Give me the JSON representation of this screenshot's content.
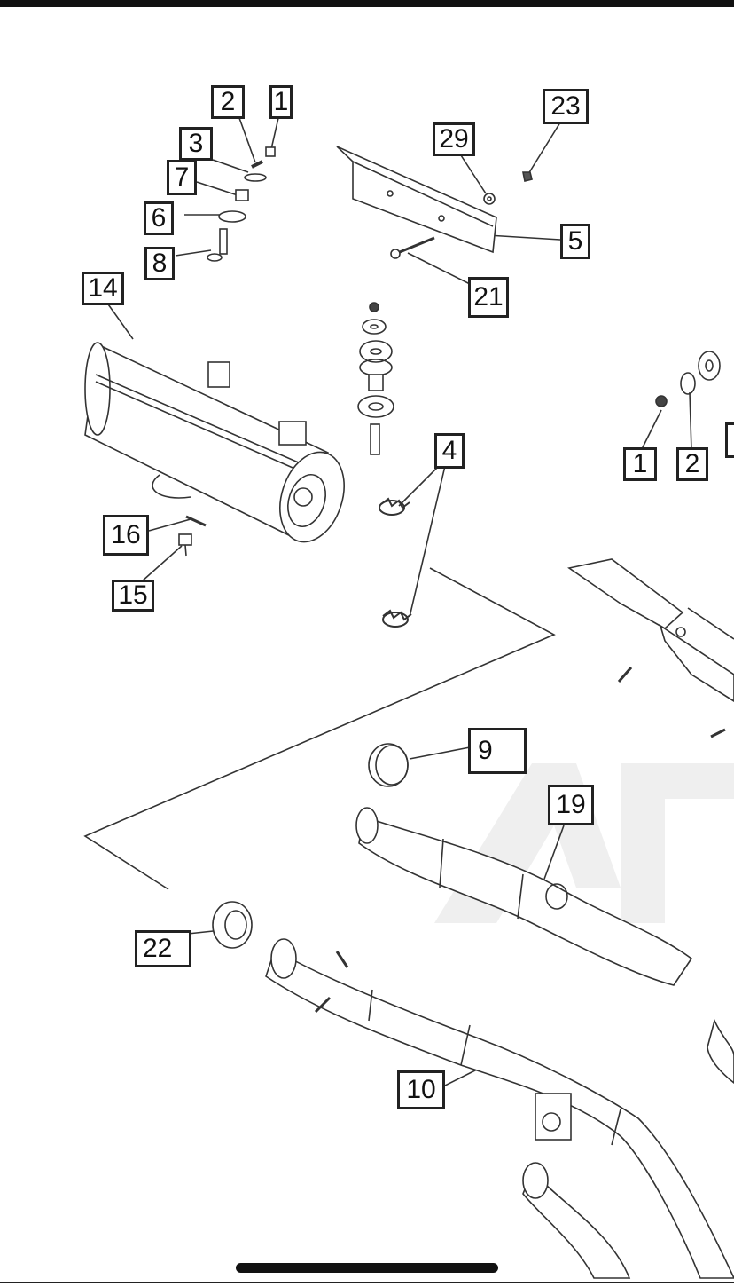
{
  "callouts": {
    "c1a": "1",
    "c2a": "2",
    "c3": "3",
    "c7": "7",
    "c6": "6",
    "c8": "8",
    "c29": "29",
    "c23": "23",
    "c5": "5",
    "c21": "21",
    "c14": "14",
    "c4": "4",
    "c1b": "1",
    "c2b": "2",
    "c16": "16",
    "c15": "15",
    "c9": "9",
    "c19": "19",
    "c22": "22",
    "c10": "10"
  },
  "colors": {
    "line": "#333333",
    "fill": "#ffffff",
    "shade": "#dddddd",
    "watermark": "#ececec"
  }
}
